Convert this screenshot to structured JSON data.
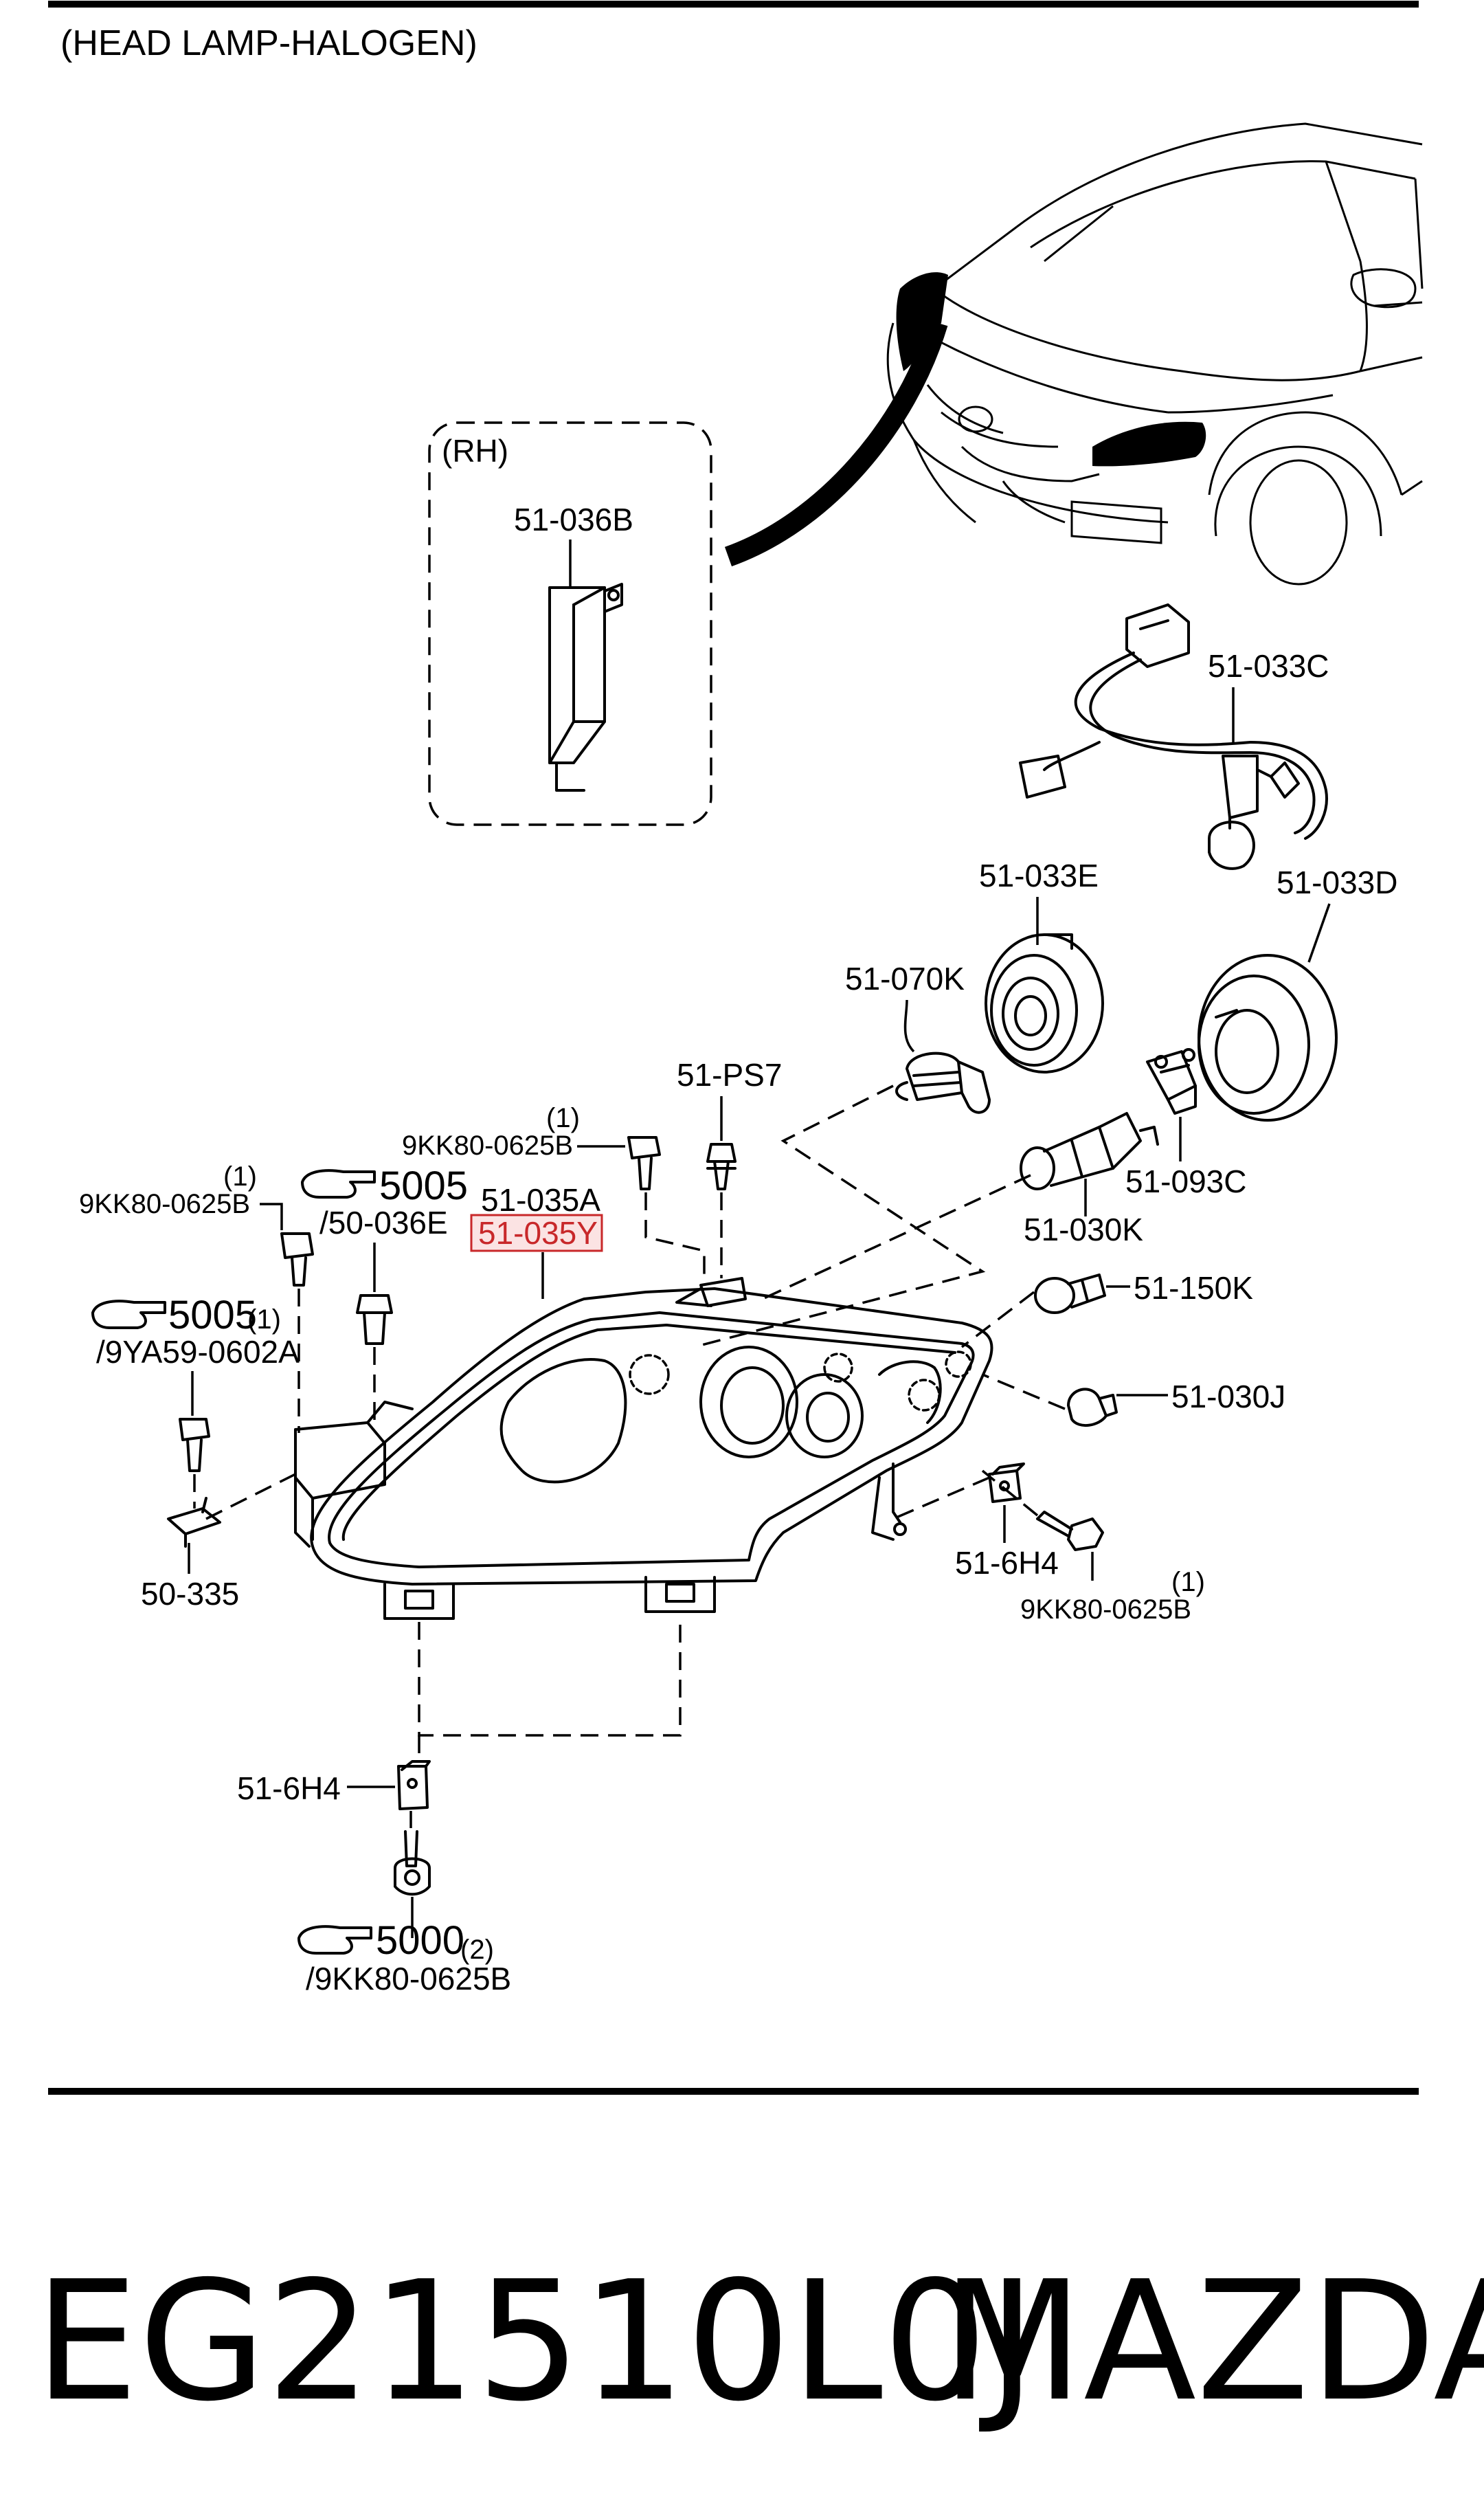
{
  "title": "(HEAD LAMP-HALOGEN)",
  "inset_label": "(RH)",
  "callouts": {
    "c_51_036B": "51-036B",
    "c_51_033C": "51-033C",
    "c_51_033E": "51-033E",
    "c_51_033D": "51-033D",
    "c_51_070K": "51-070K",
    "c_51_PS7": "51-PS7",
    "c_9KK80_top": "9KK80-0625B",
    "c_9KK80_top_qty": "(1)",
    "c_51_093C": "51-093C",
    "c_51_030K": "51-030K",
    "c_51_035A": "51-035A",
    "c_51_035Y": "51-035Y",
    "c_9KK80_left": "9KK80-0625B",
    "c_9KK80_left_qty": "(1)",
    "c_5005a": "5005",
    "c_5005a_sub": "/50-036E",
    "c_5005b": "5005",
    "c_5005b_qty": "(1)",
    "c_5005b_sub": "/9YA59-0602A",
    "c_51_150K": "51-150K",
    "c_51_030J": "51-030J",
    "c_50_335": "50-335",
    "c_51_6H4_right": "51-6H4",
    "c_9KK80_right": "9KK80-0625B",
    "c_9KK80_right_qty": "(1)",
    "c_51_6H4_bottom": "51-6H4",
    "c_5000": "5000",
    "c_5000_qty": "(2)",
    "c_5000_sub": "/9KK80-0625B"
  },
  "footer": {
    "part_number": "EG21510L0J",
    "brand": "MAZDA"
  },
  "colors": {
    "highlight": "#c8282a",
    "highlight_fill": "#fbe3e3"
  }
}
